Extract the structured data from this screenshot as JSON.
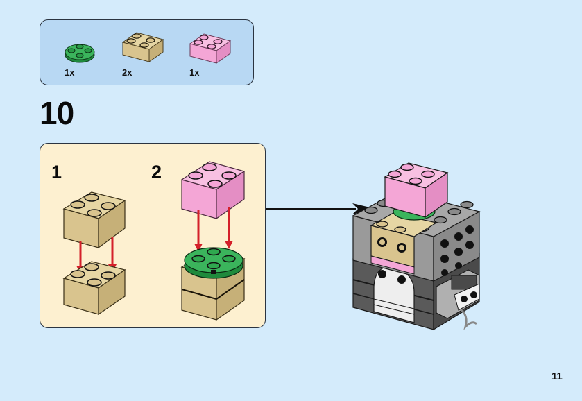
{
  "page": {
    "step_number": "10",
    "page_number": "11"
  },
  "parts_list": [
    {
      "name": "green round plate 2x2",
      "color": "#2fa84f",
      "quantity": "1x"
    },
    {
      "name": "tan brick 2x2",
      "color": "#d9c48e",
      "quantity": "2x"
    },
    {
      "name": "pink brick 2x2",
      "color": "#f4a6d6",
      "quantity": "1x"
    }
  ],
  "substeps": [
    {
      "label": "1"
    },
    {
      "label": "2"
    }
  ],
  "colors": {
    "page_background": "#d4ebfb",
    "parts_box_background": "#b8d8f3",
    "substep_box_background": "#fdf0d0",
    "arrow_red": "#d4202a",
    "tan": "#d9c48e",
    "pink": "#f4a6d6",
    "green": "#2fa84f",
    "dark_grey": "#5a5a5a",
    "light_grey": "#9a9a9a"
  }
}
